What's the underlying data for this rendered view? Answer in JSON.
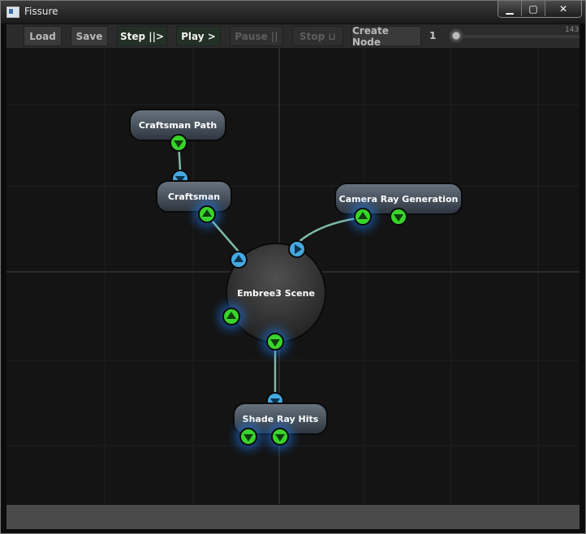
{
  "window": {
    "title": "Fissure",
    "minimize_glyph": "▁",
    "maximize_glyph": "▢",
    "close_glyph": "✕"
  },
  "toolbar": {
    "load_label": "Load",
    "save_label": "Save",
    "step_label": "Step  ||>",
    "play_label": "Play  >",
    "pause_label": "Pause  ||",
    "stop_label": "Stop  ⊔",
    "create_node_label": "Create Node",
    "speed_value": "1",
    "speed_max": "143"
  },
  "nodes": {
    "craftsman_path": {
      "label": "Craftsman Path"
    },
    "craftsman": {
      "label": "Craftsman"
    },
    "camera_ray_generation": {
      "label": "Camera Ray Generation"
    },
    "embree3_scene": {
      "label": "Embree3 Scene"
    },
    "shade_ray_hits": {
      "label": "Shade Ray Hits"
    }
  },
  "colors": {
    "output_port": "#39d42c",
    "input_port": "#46a8e0",
    "glow": "#1e82ff",
    "connection": "#7fb8a8"
  },
  "icons": {
    "app": "window-app-icon",
    "output": "triangle-output-icon",
    "input": "triangle-input-icon"
  }
}
